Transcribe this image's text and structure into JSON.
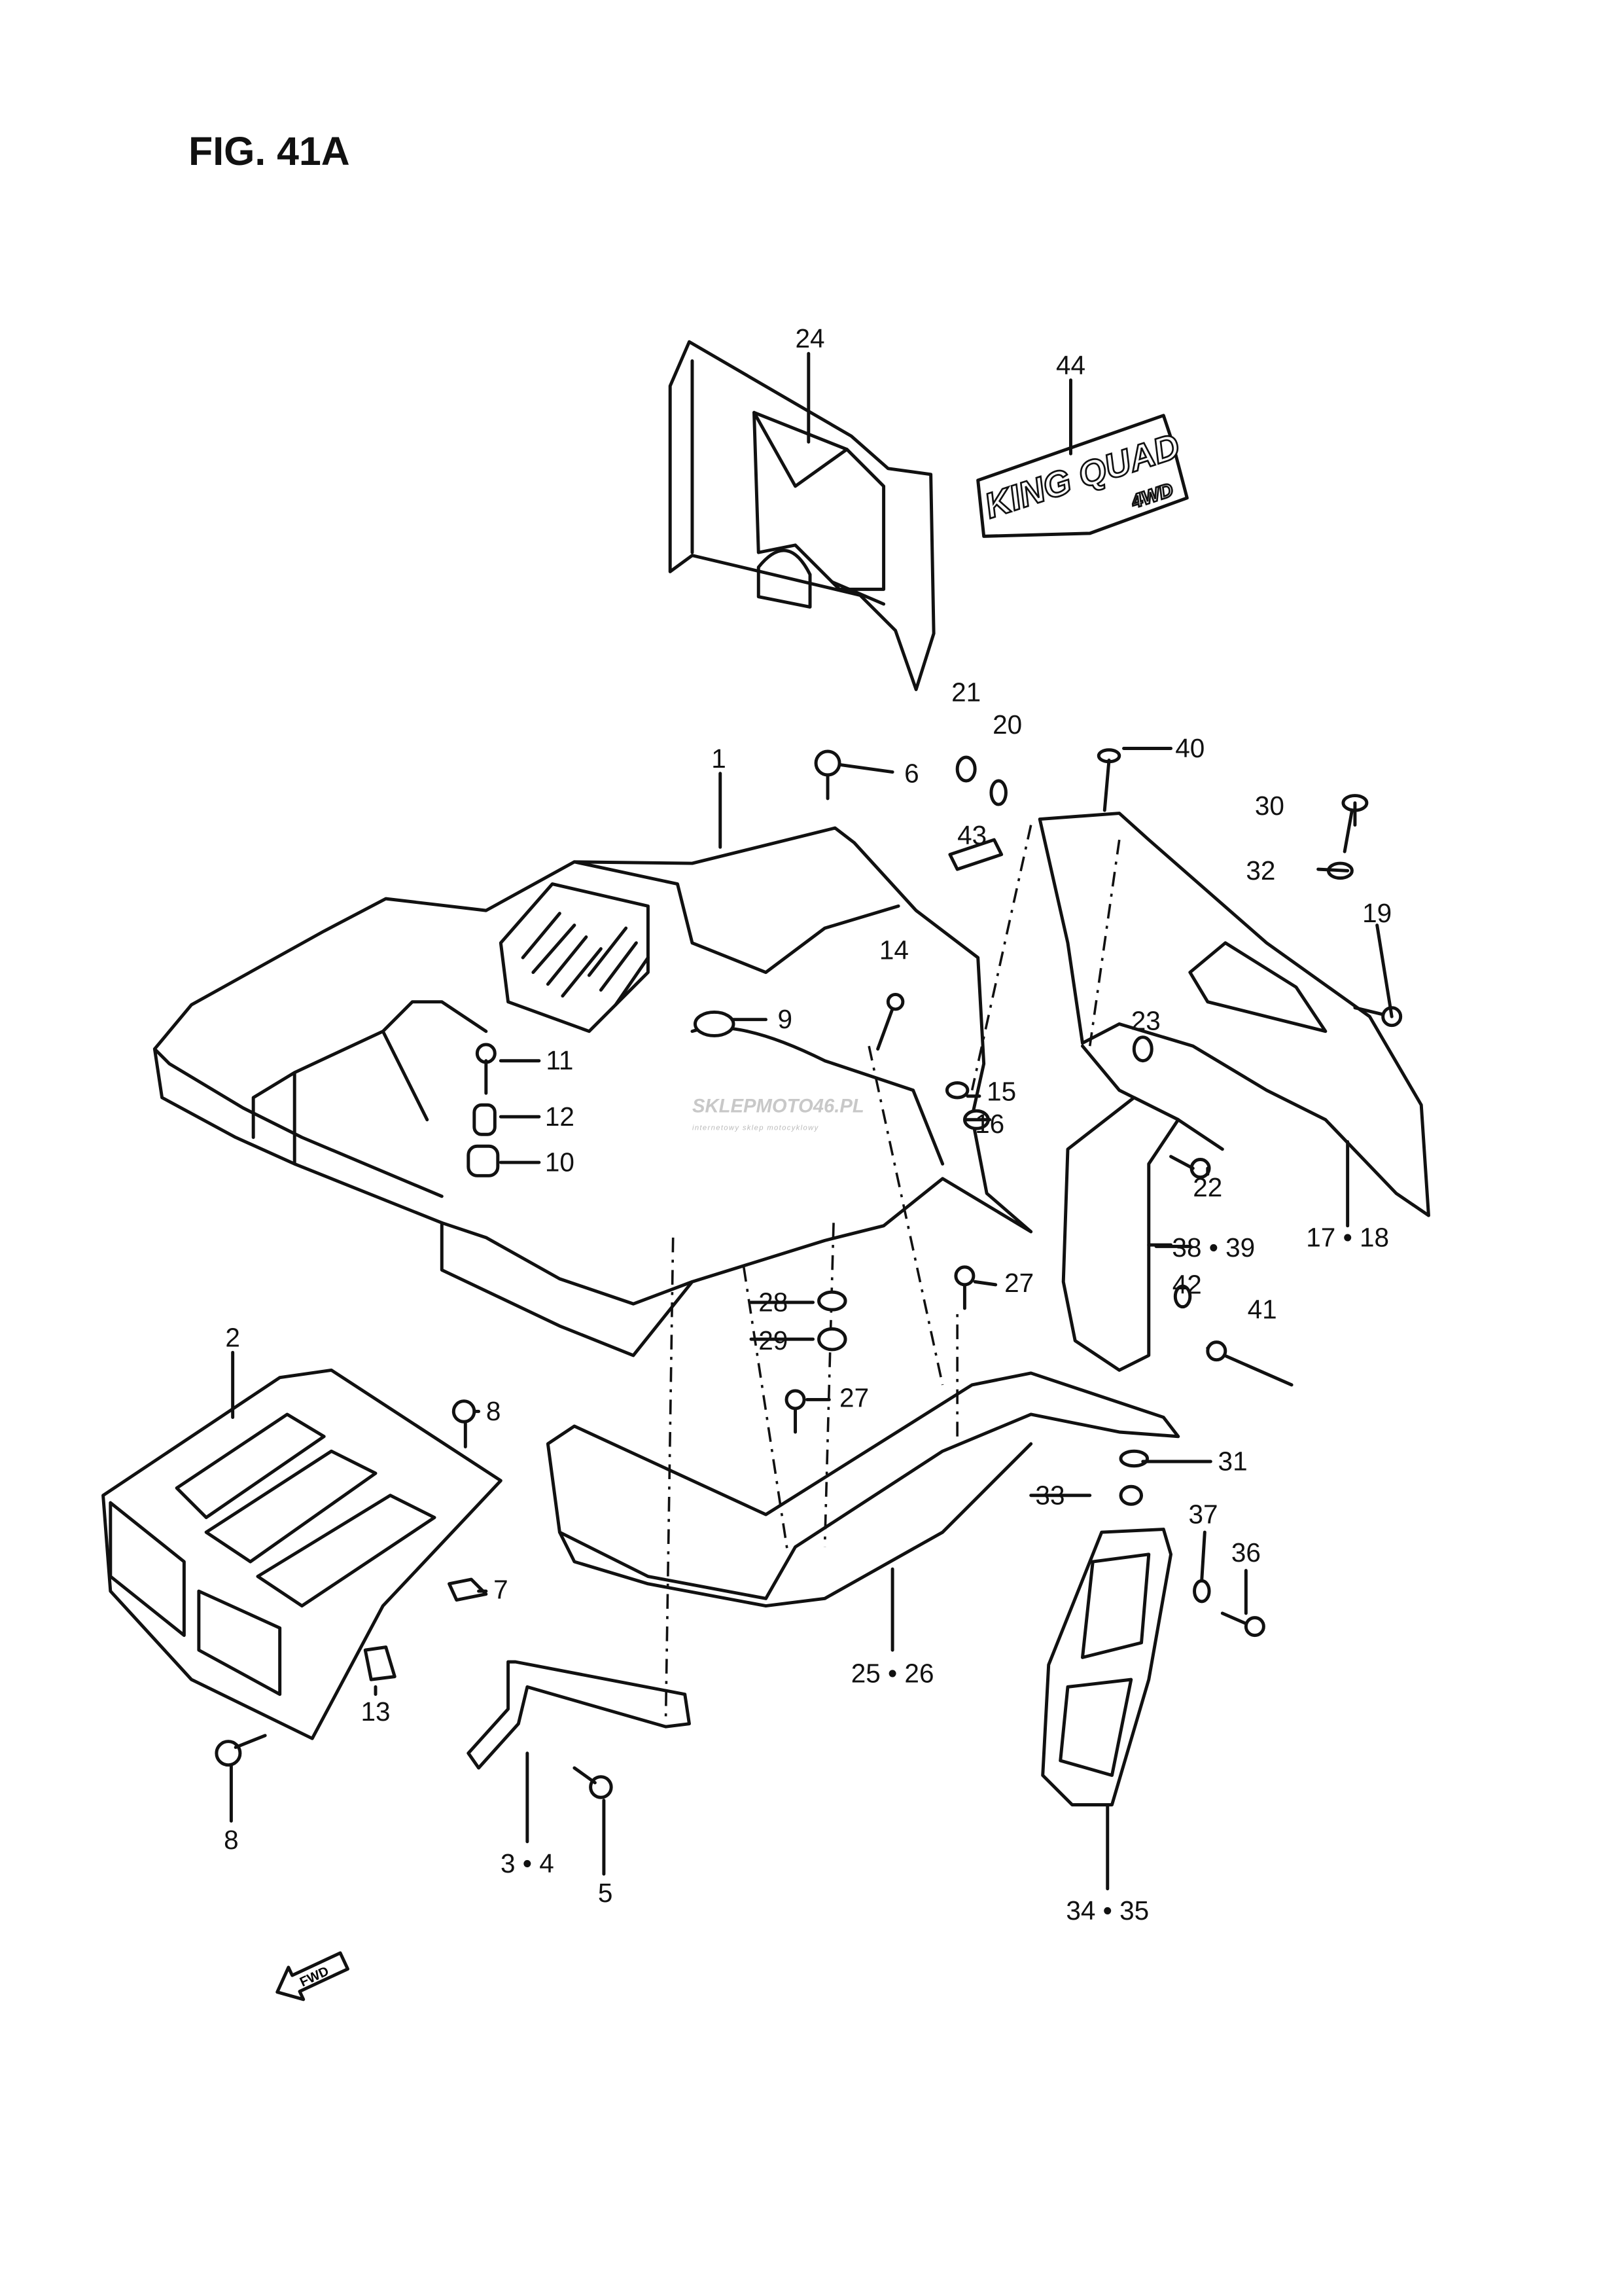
{
  "figure": {
    "title": "FIG. 41A",
    "fwd_arrow": "FWD"
  },
  "decal_44": {
    "line1": "KING QUAD",
    "line2": "4WD"
  },
  "watermark": {
    "brand": "SKLEPMOTO46.PL",
    "tagline": "internetowy sklep motocyklowy",
    "colors": {
      "gray": "#c8c8c8",
      "red": "#f7a0a0"
    }
  },
  "callouts": [
    {
      "ref": "24"
    },
    {
      "ref": "44"
    },
    {
      "ref": "21"
    },
    {
      "ref": "20"
    },
    {
      "ref": "40"
    },
    {
      "ref": "6"
    },
    {
      "ref": "1"
    },
    {
      "ref": "30"
    },
    {
      "ref": "43"
    },
    {
      "ref": "32"
    },
    {
      "ref": "19"
    },
    {
      "ref": "14"
    },
    {
      "ref": "9"
    },
    {
      "ref": "11"
    },
    {
      "ref": "23"
    },
    {
      "ref": "15"
    },
    {
      "ref": "12"
    },
    {
      "ref": "16"
    },
    {
      "ref": "10"
    },
    {
      "ref": "22"
    },
    {
      "ref": "17 • 18"
    },
    {
      "ref": "38 • 39"
    },
    {
      "ref": "27"
    },
    {
      "ref": "28"
    },
    {
      "ref": "42"
    },
    {
      "ref": "41"
    },
    {
      "ref": "29"
    },
    {
      "ref": "2"
    },
    {
      "ref": "8"
    },
    {
      "ref": "27"
    },
    {
      "ref": "31"
    },
    {
      "ref": "33"
    },
    {
      "ref": "37"
    },
    {
      "ref": "36"
    },
    {
      "ref": "7"
    },
    {
      "ref": "25 • 26"
    },
    {
      "ref": "13"
    },
    {
      "ref": "8"
    },
    {
      "ref": "3 • 4"
    },
    {
      "ref": "5"
    },
    {
      "ref": "34 • 35"
    }
  ]
}
